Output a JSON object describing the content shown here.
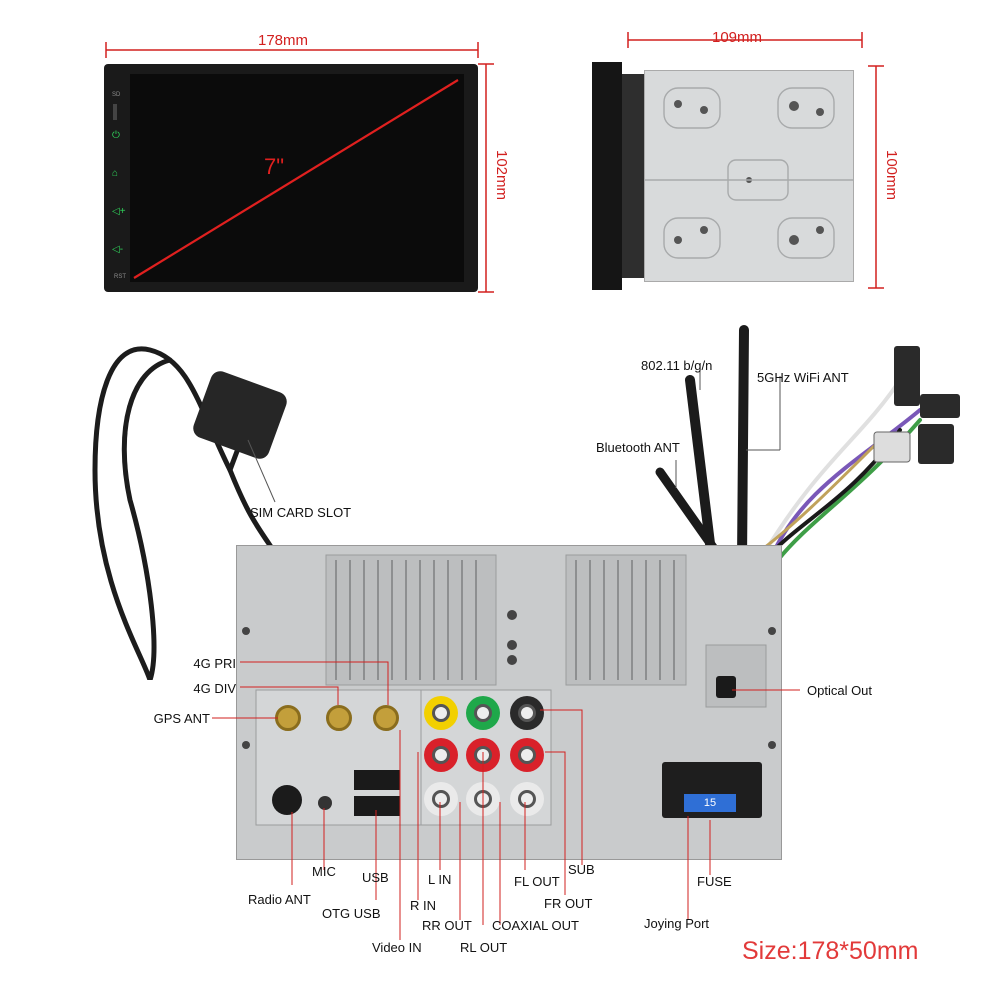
{
  "dimensions": {
    "front_width": "178mm",
    "front_height": "102mm",
    "screen_size": "7\"",
    "side_width": "109mm",
    "side_height": "100mm"
  },
  "front_panel": {
    "top_labels": [
      "SD"
    ],
    "bottom_label": "RST",
    "buttons": [
      "power-icon",
      "home-icon",
      "volume-up-icon",
      "volume-down-icon"
    ],
    "button_color": "#2fd35a"
  },
  "cables": {
    "sim": "SIM CARD SLOT",
    "wifi_24": "802.11 b/g/n",
    "wifi_5": "5GHz WiFi ANT",
    "bluetooth": "Bluetooth ANT"
  },
  "ports": {
    "pri_4g": "4G PRI",
    "div_4g": "4G DIV",
    "gps": "GPS ANT",
    "optical": "Optical Out",
    "mic": "MIC",
    "usb": "USB",
    "radio": "Radio ANT",
    "otg_usb": "OTG USB",
    "video_in": "Video IN",
    "l_in": "L IN",
    "r_in": "R IN",
    "rr_out": "RR OUT",
    "rl_out": "RL OUT",
    "coaxial_out": "COAXIAL OUT",
    "fl_out": "FL OUT",
    "fr_out": "FR OUT",
    "sub": "SUB",
    "fuse": "FUSE",
    "joying_port": "Joying Port",
    "fuse_value": "15"
  },
  "size_text": "Size:178*50mm",
  "colors": {
    "dimension_red": "#d2201f",
    "size_text": "#e23a3a",
    "video_rca": "#f2d000",
    "sub_rca": "#1fa84a",
    "red_rca": "#d9212a",
    "fuse": "#2f6fd6"
  }
}
